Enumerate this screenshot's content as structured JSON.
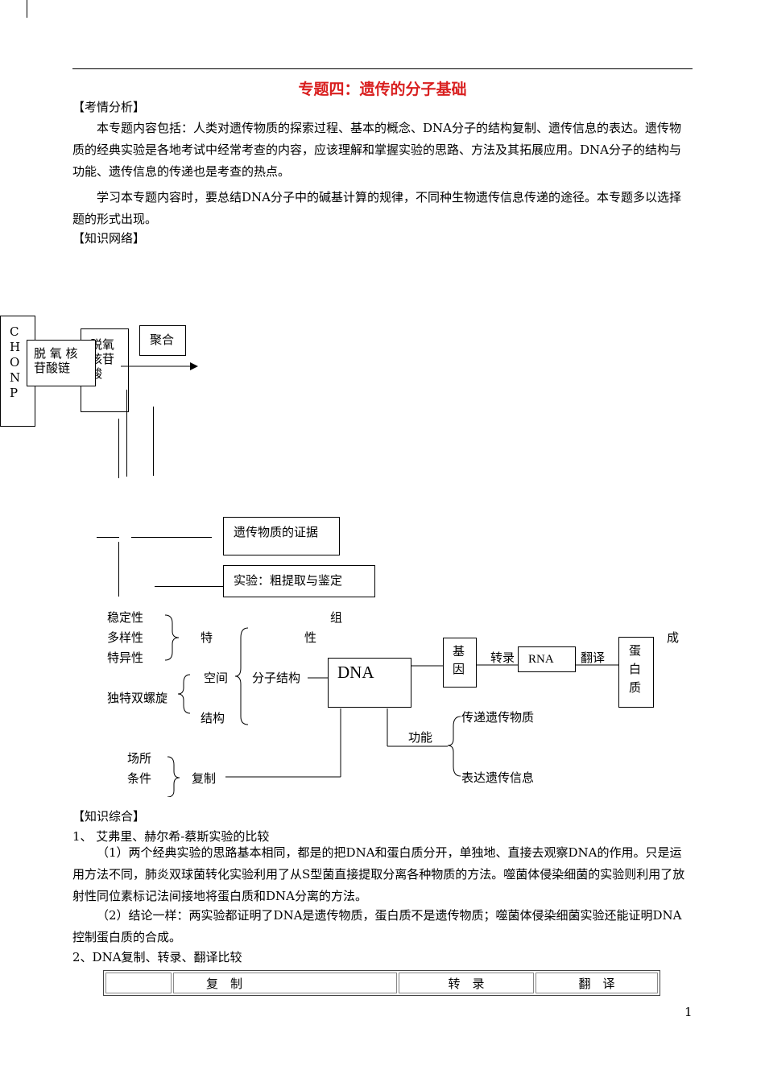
{
  "title": "专题四：遗传的分子基础",
  "sections": {
    "analysis_heading": "【考情分析】",
    "analysis_p1": "本专题内容包括：人类对遗传物质的探索过程、基本的概念、DNA分子的结构复制、遗传信息的表达。遗传物质的经典实验是各地考试中经常考查的内容，应该理解和掌握实验的思路、方法及其拓展应用。DNA分子的结构与功能、遗传信息的传递也是考查的热点。",
    "analysis_p2": "学习本专题内容时，要总结DNA分子中的碱基计算的规律，不同种生物遗传信息传递的途径。本专题多以选择题的形式出现。",
    "network_heading": "【知识网络】",
    "synthesis_heading": "【知识综合】",
    "item1_title": "1、 艾弗里、赫尔希-蔡斯实验的比较",
    "item1_p1": "（1）两个经典实验的思路基本相同，都是的把DNA和蛋白质分开，单独地、直接去观察DNA的作用。只是运用方法不同，肺炎双球菌转化实验利用了从S型菌直接提取分离各种物质的方法。噬菌体侵染细菌的实验则利用了放射性同位素标记法间接地将蛋白质和DNA分离的方法。",
    "item1_p2": "（2）结论一样：两实验都证明了DNA是遗传物质，蛋白质不是遗传物质；噬菌体侵染细菌实验还能证明DNA控制蛋白质的合成。",
    "item2_title": "2、DNA复制、转录、翻译比较"
  },
  "diagram": {
    "elements": [
      "C",
      "H",
      "O",
      "N",
      "P"
    ],
    "deoxy_chain": "脱 氧 核 苷酸链",
    "deoxy_nucleotide": "脱氧核苷酸",
    "polymerize": "聚合",
    "evidence": "遗传物质的证据",
    "experiment": "实验：粗提取与鉴定",
    "stability": "稳定性",
    "diversity": "多样性",
    "specificity": "特异性",
    "traits": "特",
    "traits2": "性",
    "compose1": "组",
    "compose2": "成",
    "space": "空间",
    "structure": "结构",
    "mol_structure": "分子结构",
    "double_helix": "独特双螺旋",
    "dna": "DNA",
    "gene": "基因",
    "transcription": "转录",
    "rna": "RNA",
    "translation": "翻译",
    "protein": "蛋白质",
    "function": "功能",
    "transmit": "传递遗传物质",
    "express": "表达遗传信息",
    "place": "场所",
    "condition": "条件",
    "replication": "复制"
  },
  "table_headers": [
    "",
    "复　制",
    "转　录",
    "翻　译"
  ],
  "page_number": "1"
}
